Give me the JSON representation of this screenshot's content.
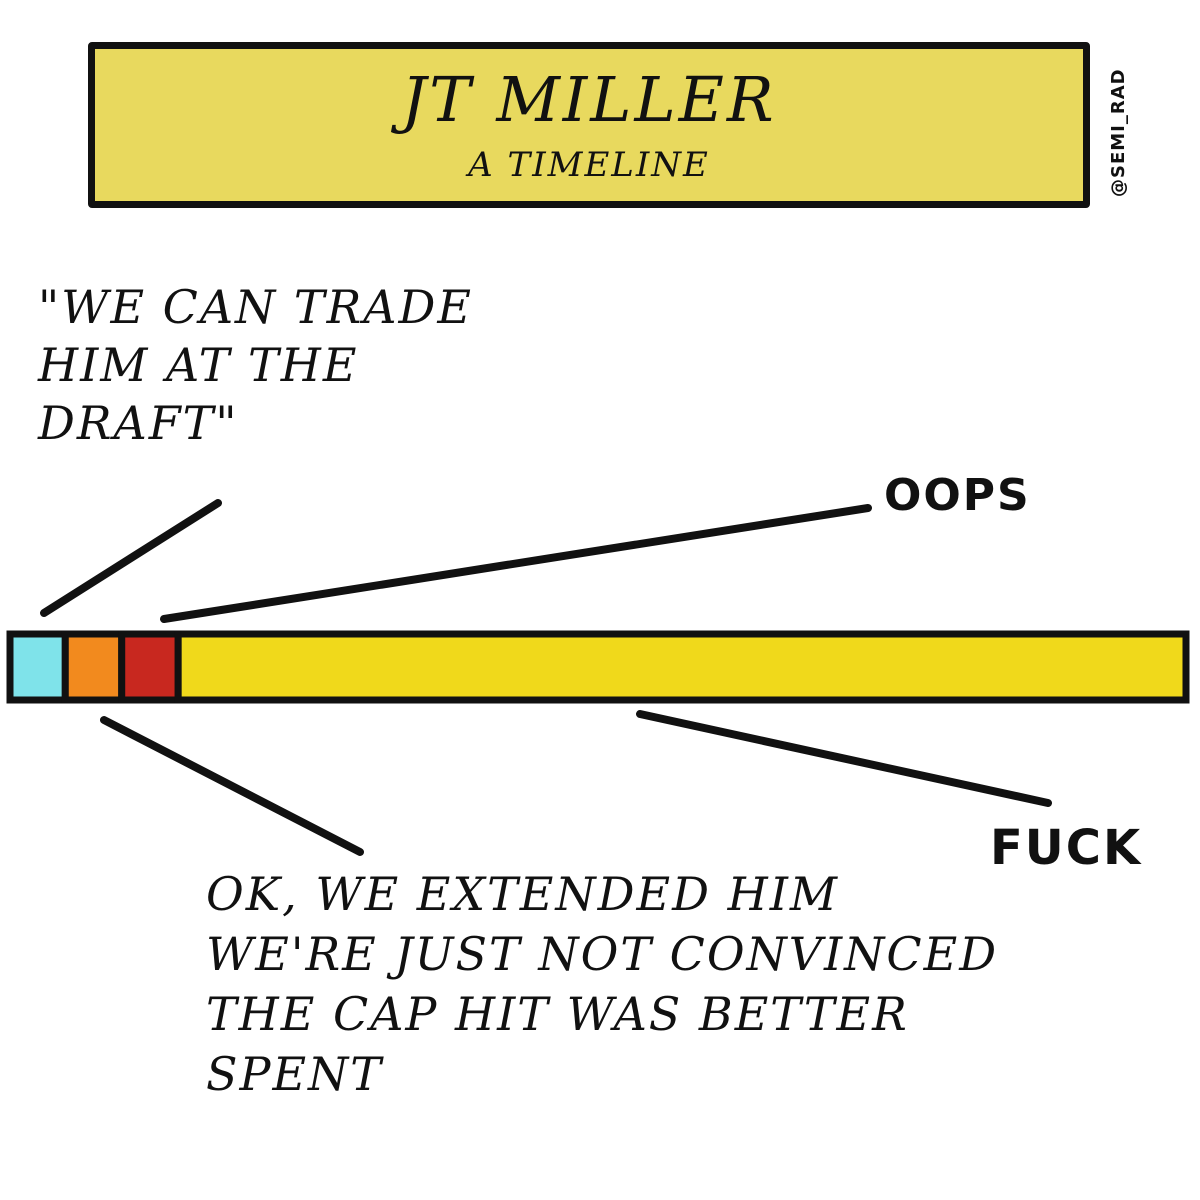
{
  "header": {
    "title": "JT MILLER",
    "subtitle": "A TIMELINE",
    "credit": "@SEMI_RAD"
  },
  "timeline": {
    "segments": [
      {
        "color": "#7fe3ea",
        "share": 0.047
      },
      {
        "color": "#f28a1e",
        "share": 0.048
      },
      {
        "color": "#c8281f",
        "share": 0.048
      },
      {
        "color": "#f0d91b",
        "share": 0.857
      }
    ],
    "outline_color": "#111111"
  },
  "annotations": {
    "draft_quote": "\"WE CAN TRADE HIM AT THE DRAFT\"",
    "oops": "OOPS",
    "fuck": "FUCK",
    "extension_quote": "OK, WE EXTENDED HIM WE'RE JUST NOT CONVINCED THE CAP HIT WAS BETTER SPENT"
  }
}
